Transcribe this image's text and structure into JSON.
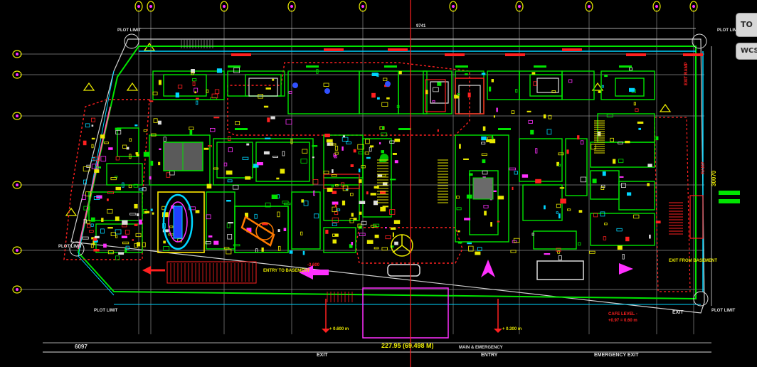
{
  "labels": {
    "plot_limit_tl": "PLOT LIMIT",
    "plot_limit_tr": "PLOT LIMIT",
    "plot_limit_bl": "PLOT LIMIT",
    "plot_limit_br": "PLOT LIMIT",
    "plot_limit_ml": "PLOT LIMIT",
    "dim_top": "9741",
    "dim_right": "30070",
    "dim_left": "6097",
    "dim_bottom": "227.95 (69.498 M)",
    "main_emergency": "MAIN & EMERGENCY",
    "entry": "ENTRY",
    "exit_left": "EXIT",
    "exit_right": "EXIT",
    "emergency_exit": "EMERGENCY EXIT",
    "entry_basement": "ENTRY TO BASEMENT",
    "exit_basement": "EXIT FROM BASEMENT",
    "basement_rl_marker": "-3.600",
    "level_a": "+ 0.600 m",
    "level_b": "+ 0.300 m",
    "cafe_level_l1": "CAFE LEVEL -",
    "cafe_level_l2": "+0.97 = 0.60 m",
    "exit_ramp": "EXIT RAMP",
    "side_ramp": "RAMP"
  },
  "ui": {
    "top_button": "TO",
    "wcs_button": "WCS"
  },
  "colors": {
    "background": "#000000",
    "wall_green": "#00e400",
    "yellow": "#e8e800",
    "red_dashed": "#ff2020",
    "cyan": "#00d6ff",
    "magenta": "#ff30ff",
    "grid_grey": "#9a9a9a"
  },
  "grid_markers_top": [
    "",
    "",
    "",
    "",
    "",
    "",
    "",
    "",
    "",
    ""
  ],
  "grid_markers_left": [
    "",
    "",
    "",
    "",
    "",
    ""
  ]
}
